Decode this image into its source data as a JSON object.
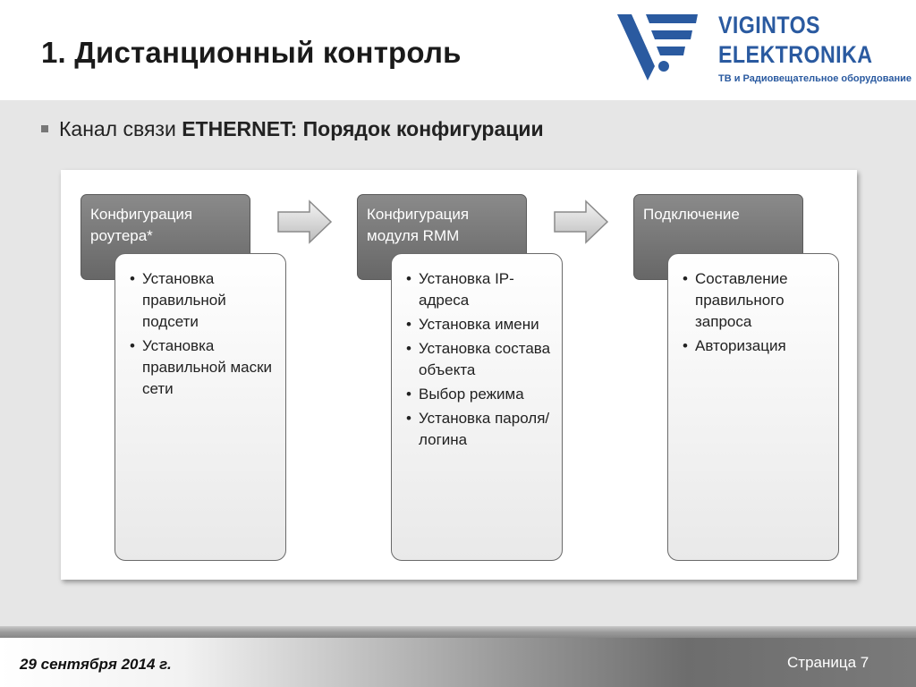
{
  "slide": {
    "title": "1. Дистанционный контроль",
    "subtitle_prefix": "Канал связи ",
    "subtitle_bold": "ETHERNET: Порядок конфигурации"
  },
  "logo": {
    "line1": "VIGINTOS",
    "line2": "ELEKTRONIKA",
    "tagline": "ТВ и Радиовещательное оборудование",
    "color": "#2a5aa0"
  },
  "steps": [
    {
      "title": "Конфигурация роутера*",
      "items": [
        "Установка правильной подсети",
        "Установка правильной маски сети"
      ]
    },
    {
      "title": "Конфигурация модуля RMM",
      "items": [
        "Установка IP-адреса",
        "Установка имени",
        "Установка состава объекта",
        "Выбор режима",
        "Установка пароля/логина"
      ]
    },
    {
      "title": "Подключение",
      "items": [
        "Составление правильного запроса",
        "Авторизация"
      ]
    }
  ],
  "footer": {
    "date": "29 сентября 2014 г.",
    "page": "Страница 7"
  }
}
